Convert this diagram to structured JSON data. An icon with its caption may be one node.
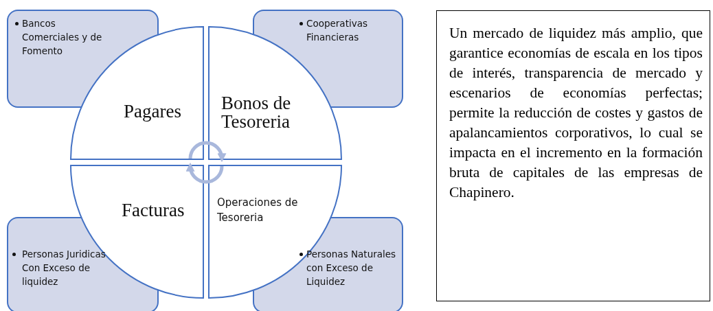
{
  "diagram": {
    "nodes": [
      {
        "text": [
          "Bancos Comerciales y de Fomento"
        ]
      },
      {
        "text": [
          "Cooperativas Financieras"
        ]
      },
      {
        "text": [
          "Personas Juridicas Con Exceso de liquidez"
        ]
      },
      {
        "text": [
          "Personas Naturales con Exceso de Liquidez"
        ]
      },
      {
        "text": [
          "Pagares"
        ]
      },
      {
        "text": [
          "Bonos de Tesoreria"
        ]
      },
      {
        "text": [
          "Facturas"
        ]
      },
      {
        "text": [
          "Operaciones de Tesoreria"
        ]
      },
      {
        "text": [
          "Un mercado de liquidez más amplio, que garantice economías de escala en los tipos de interés, transparencia de mercado y escenarios de economías perfectas; permite la reducción de costes y gastos de apalancamientos corporativos, lo cual se impacta en el incremento en la formación bruta de capitales de las empresas de Chapinero."
        ]
      }
    ],
    "edges": [
      {
        "from": 4,
        "to": 5,
        "arrow": "to"
      },
      {
        "from": 7,
        "to": 6,
        "arrow": "to"
      }
    ]
  }
}
